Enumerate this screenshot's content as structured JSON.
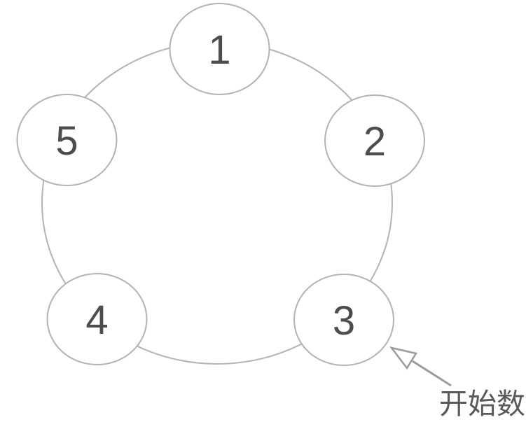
{
  "figure": {
    "nodes": [
      {
        "label": "1"
      },
      {
        "label": "2"
      },
      {
        "label": "3"
      },
      {
        "label": "4"
      },
      {
        "label": "5"
      }
    ],
    "annotation": {
      "label": "开始数",
      "points_to": "3"
    }
  },
  "colors": {
    "background": "#ffffff",
    "node-fill": "#ffffff",
    "node-stroke": "#b3b3b3",
    "ring-stroke": "#b3b3b3",
    "number": "#4d4d4d",
    "arrow": "#9b9b9b",
    "annotation-text": "#58595b"
  }
}
